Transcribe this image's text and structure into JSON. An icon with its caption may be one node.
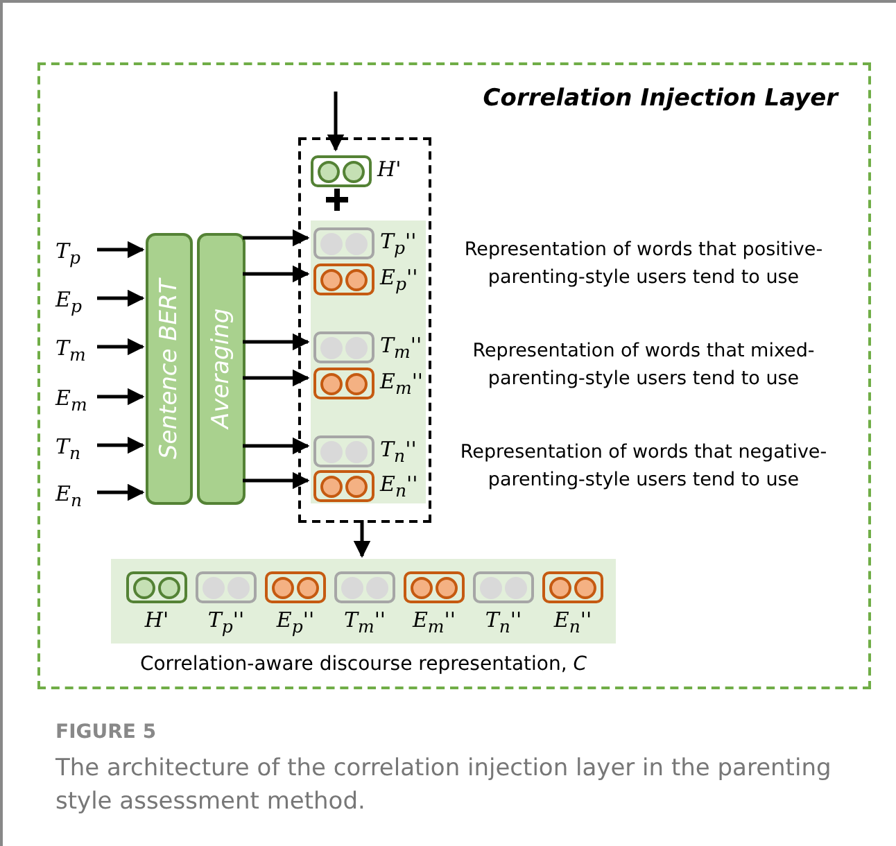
{
  "diagram": {
    "title": "FIGURE 5",
    "caption": "The architecture of the correlation injection layer in the parenting style assessment method.",
    "nodes": [
      {
        "text": [
          "Correlation Injection Layer"
        ]
      },
      {
        "text": [
          "T$_{p}$"
        ],
        "in": 0
      },
      {
        "text": [
          "E$_{p}$"
        ],
        "in": 0
      },
      {
        "text": [
          "T$_{m}$"
        ],
        "in": 0
      },
      {
        "text": [
          "E$_{m}$"
        ],
        "in": 0
      },
      {
        "text": [
          "T$_{n}$"
        ],
        "in": 0
      },
      {
        "text": [
          "E$_{n}$"
        ],
        "in": 0
      },
      {
        "text": [
          "Sentence BERT"
        ],
        "in": 0
      },
      {
        "text": [
          "Averaging"
        ],
        "in": 0
      },
      {
        "text": [],
        "shape": "box",
        "in": 0
      },
      {
        "text": [
          "H'"
        ],
        "in": 9
      },
      {
        "text": [],
        "shape": "box",
        "in": 9
      },
      {
        "text": [
          "T$_{p}$''"
        ],
        "in": 11
      },
      {
        "text": [
          "E$_{p}$''"
        ],
        "in": 11
      },
      {
        "text": [
          "T$_{m}$''"
        ],
        "in": 11
      },
      {
        "text": [
          "E$_{m}$''"
        ],
        "in": 11
      },
      {
        "text": [
          "T$_{n}$''"
        ],
        "in": 11
      },
      {
        "text": [
          "E$_{n}$''"
        ],
        "in": 11
      },
      {
        "text": [
          "Correlation-aware discourse representation, *C*"
        ],
        "in": 0
      },
      {
        "text": [
          "H'"
        ],
        "in": 18
      },
      {
        "text": [
          "T$_{p}$''"
        ],
        "in": 18
      },
      {
        "text": [
          "E$_{p}$''"
        ],
        "in": 18
      },
      {
        "text": [
          "T$_{m}$''"
        ],
        "in": 18
      },
      {
        "text": [
          "E$_{m}$''"
        ],
        "in": 18
      },
      {
        "text": [
          "T$_{n}$''"
        ],
        "in": 18
      },
      {
        "text": [
          "E$_{n}$''"
        ],
        "in": 18
      }
    ],
    "edges": [
      {
        "from": null,
        "to": 10,
        "arrow": "to"
      },
      {
        "from": 1,
        "to": 7,
        "arrow": "to"
      },
      {
        "from": 2,
        "to": 7,
        "arrow": "to"
      },
      {
        "from": 3,
        "to": 7,
        "arrow": "to"
      },
      {
        "from": 4,
        "to": 7,
        "arrow": "to"
      },
      {
        "from": 5,
        "to": 7,
        "arrow": "to"
      },
      {
        "from": 6,
        "to": 7,
        "arrow": "to"
      },
      {
        "from": 8,
        "to": 12,
        "arrow": "to"
      },
      {
        "from": 8,
        "to": 13,
        "arrow": "to"
      },
      {
        "from": 8,
        "to": 14,
        "arrow": "to"
      },
      {
        "from": 8,
        "to": 15,
        "arrow": "to"
      },
      {
        "from": 8,
        "to": 16,
        "arrow": "to"
      },
      {
        "from": 8,
        "to": 17,
        "arrow": "to"
      },
      {
        "from": 9,
        "to": 18,
        "arrow": "to"
      }
    ],
    "labels": [
      "Representation of words that positive-parenting-style users tend to use",
      "Representation of words that mixed-parenting-style users tend to use",
      "Representation of words that negative-parenting-style users tend to use"
    ]
  }
}
